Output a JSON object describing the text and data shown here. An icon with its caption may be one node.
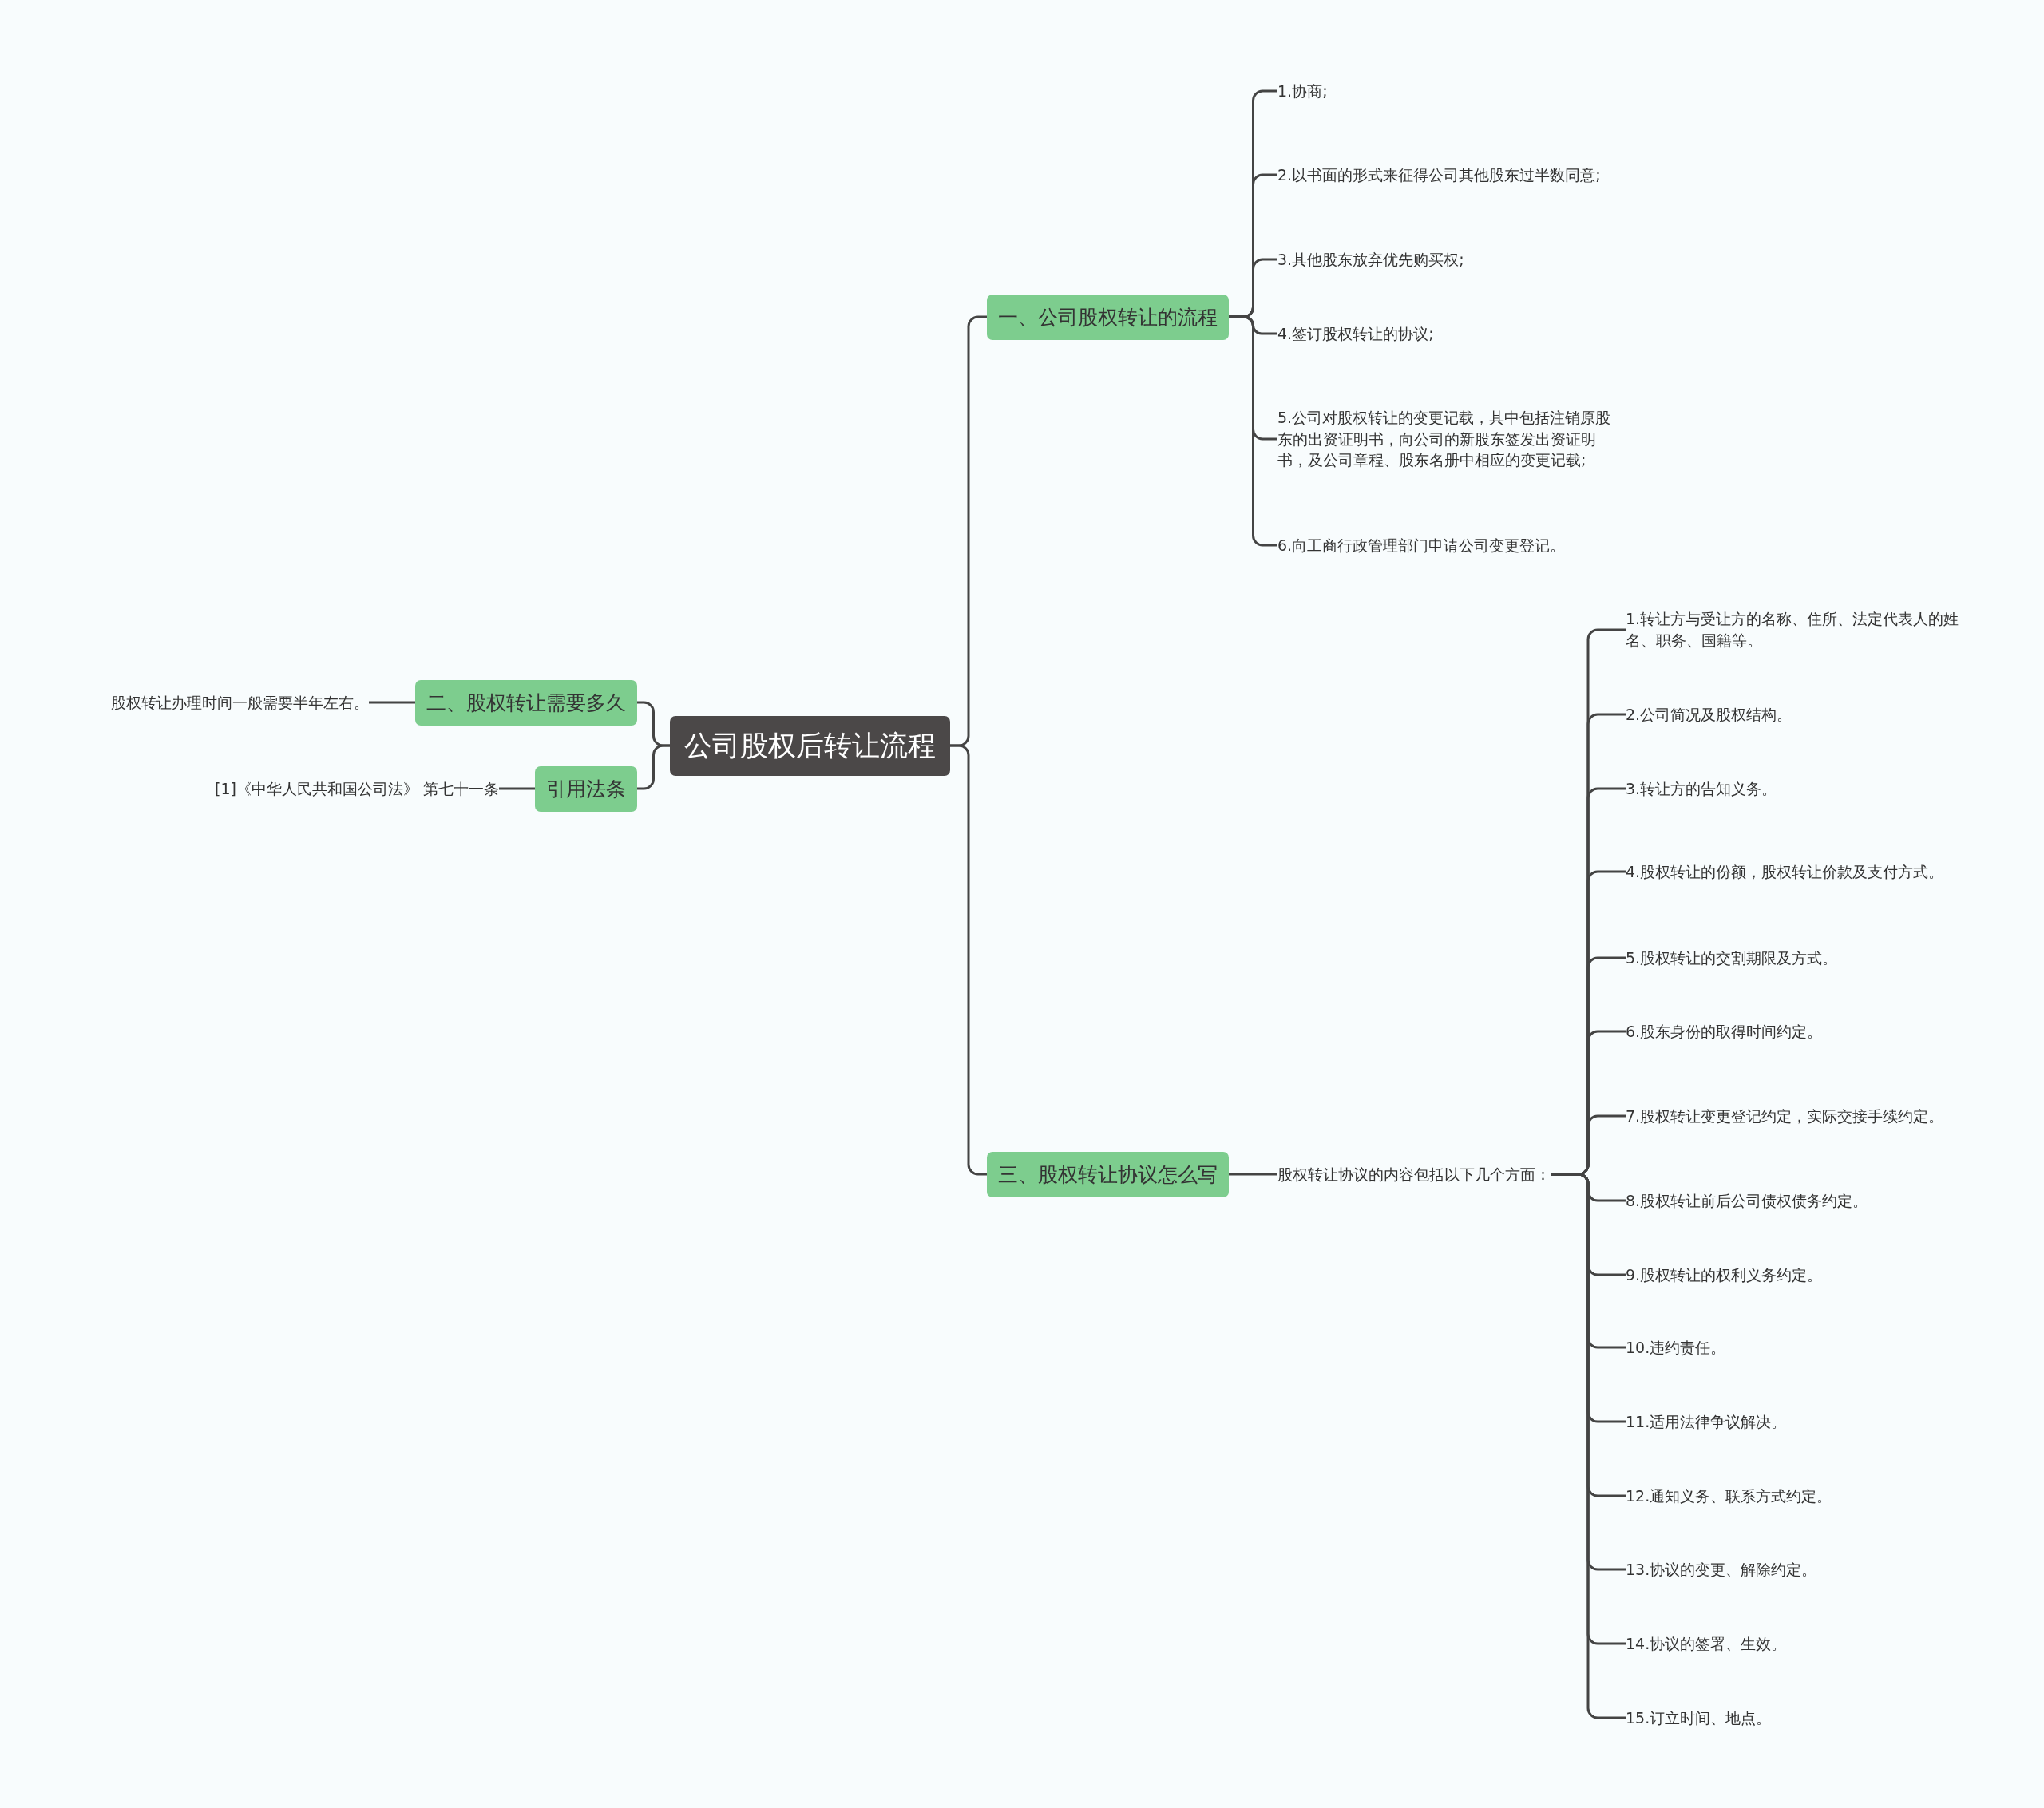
{
  "diagram": {
    "nodes": [
      {
        "text": [
          "公司股权后转让流程"
        ]
      },
      {
        "text": [
          "一、公司股权转让的流程"
        ]
      },
      {
        "text": [
          "1.协商;"
        ]
      },
      {
        "text": [
          "2.以书面的形式来征得公司其他股东过半数同意;"
        ]
      },
      {
        "text": [
          "3.其他股东放弃优先购买权;"
        ]
      },
      {
        "text": [
          "4.签订股权转让的协议;"
        ]
      },
      {
        "text": [
          "5.公司对股权转让的变更记载，其中包括注销原股东的出资证明书，向公司的新股东签发出资证明书，及公司章程、股东名册中相应的变更记载;"
        ]
      },
      {
        "text": [
          "6.向工商行政管理部门申请公司变更登记。"
        ]
      },
      {
        "text": [
          "二、股权转让需要多久"
        ]
      },
      {
        "text": [
          "股权转让办理时间一般需要半年左右。"
        ]
      },
      {
        "text": [
          "引用法条"
        ]
      },
      {
        "text": [
          "[1]《中华人民共和国公司法》 第七十一条"
        ]
      },
      {
        "text": [
          "三、股权转让协议怎么写"
        ]
      },
      {
        "text": [
          "股权转让协议的内容包括以下几个方面："
        ]
      },
      {
        "text": [
          "1.转让方与受让方的名称、住所、法定代表人的姓名、职务、国籍等。"
        ]
      },
      {
        "text": [
          "2.公司简况及股权结构。"
        ]
      },
      {
        "text": [
          "3.转让方的告知义务。"
        ]
      },
      {
        "text": [
          "4.股权转让的份额，股权转让价款及支付方式。"
        ]
      },
      {
        "text": [
          "5.股权转让的交割期限及方式。"
        ]
      },
      {
        "text": [
          "6.股东身份的取得时间约定。"
        ]
      },
      {
        "text": [
          "7.股权转让变更登记约定，实际交接手续约定。"
        ]
      },
      {
        "text": [
          "8.股权转让前后公司债权债务约定。"
        ]
      },
      {
        "text": [
          "9.股权转让的权利义务约定。"
        ]
      },
      {
        "text": [
          "10.违约责任。"
        ]
      },
      {
        "text": [
          "11.适用法律争议解决。"
        ]
      },
      {
        "text": [
          "12.通知义务、联系方式约定。"
        ]
      },
      {
        "text": [
          "13.协议的变更、解除约定。"
        ]
      },
      {
        "text": [
          "14.协议的签署、生效。"
        ]
      },
      {
        "text": [
          "15.订立时间、地点。"
        ]
      }
    ],
    "edges": [
      {
        "from": 0,
        "to": 1,
        "arrow": "none"
      },
      {
        "from": 1,
        "to": 2,
        "arrow": "none"
      },
      {
        "from": 1,
        "to": 3,
        "arrow": "none"
      },
      {
        "from": 1,
        "to": 4,
        "arrow": "none"
      },
      {
        "from": 1,
        "to": 5,
        "arrow": "none"
      },
      {
        "from": 1,
        "to": 6,
        "arrow": "none"
      },
      {
        "from": 1,
        "to": 7,
        "arrow": "none"
      },
      {
        "from": 0,
        "to": 8,
        "arrow": "none"
      },
      {
        "from": 8,
        "to": 9,
        "arrow": "none"
      },
      {
        "from": 0,
        "to": 10,
        "arrow": "none"
      },
      {
        "from": 10,
        "to": 11,
        "arrow": "none"
      },
      {
        "from": 0,
        "to": 12,
        "arrow": "none"
      },
      {
        "from": 12,
        "to": 13,
        "arrow": "none"
      },
      {
        "from": 13,
        "to": 14,
        "arrow": "none"
      },
      {
        "from": 13,
        "to": 15,
        "arrow": "none"
      },
      {
        "from": 13,
        "to": 16,
        "arrow": "none"
      },
      {
        "from": 13,
        "to": 17,
        "arrow": "none"
      },
      {
        "from": 13,
        "to": 18,
        "arrow": "none"
      },
      {
        "from": 13,
        "to": 19,
        "arrow": "none"
      },
      {
        "from": 13,
        "to": 20,
        "arrow": "none"
      },
      {
        "from": 13,
        "to": 21,
        "arrow": "none"
      },
      {
        "from": 13,
        "to": 22,
        "arrow": "none"
      },
      {
        "from": 13,
        "to": 23,
        "arrow": "none"
      },
      {
        "from": 13,
        "to": 24,
        "arrow": "none"
      },
      {
        "from": 13,
        "to": 25,
        "arrow": "none"
      },
      {
        "from": 13,
        "to": 26,
        "arrow": "none"
      },
      {
        "from": 13,
        "to": 27,
        "arrow": "none"
      },
      {
        "from": 13,
        "to": 28,
        "arrow": "none"
      }
    ]
  }
}
